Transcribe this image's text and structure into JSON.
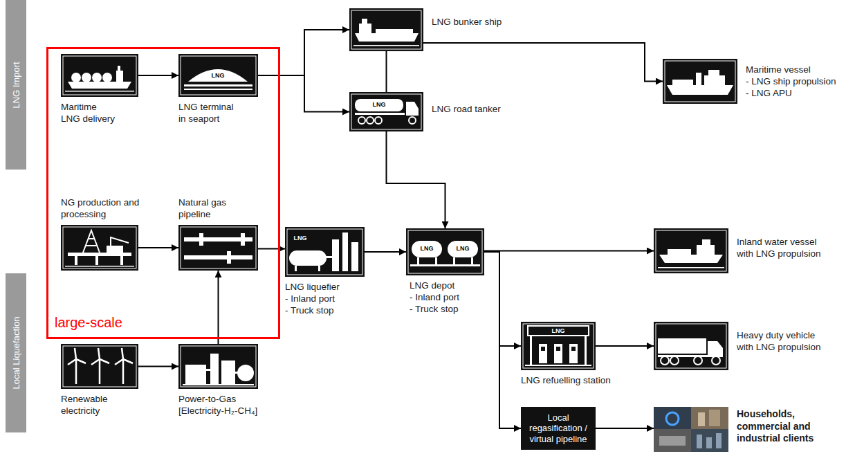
{
  "diagram": {
    "nodes": [
      {
        "text": [
          "LNG Import"
        ]
      },
      {
        "text": [
          "large-scale"
        ]
      },
      {
        "text": [
          "Maritime LNG delivery"
        ],
        "in": 1
      },
      {
        "text": [
          "LNG terminal in seaport"
        ],
        "in": 1
      },
      {
        "text": [
          "LNG bunker ship"
        ]
      },
      {
        "text": [
          "LNG road tanker"
        ]
      },
      {
        "text": [
          "Maritime vessel",
          "- LNG ship propulsion",
          "- LNG APU"
        ]
      },
      {
        "text": [
          "Local Liquefaction"
        ]
      },
      {
        "text": [
          "NG production and processing"
        ],
        "in": 1
      },
      {
        "text": [
          "Natural gas pipeline"
        ],
        "in": 1
      },
      {
        "text": [
          "LNG liquefier",
          "- Inland port",
          "- Truck stop"
        ]
      },
      {
        "text": [
          "LNG depot",
          "- Inland port",
          "- Truck stop"
        ]
      },
      {
        "text": [
          "Inland water vessel with LNG propulsion"
        ]
      },
      {
        "text": [
          "LNG refuelling station"
        ]
      },
      {
        "text": [
          "Heavy duty vehicle with LNG propulsion"
        ]
      },
      {
        "text": [
          "Local regasification / virtual pipeline"
        ]
      },
      {
        "text": [
          "Households, commercial and industrial clients"
        ]
      },
      {
        "text": [
          "Renewable electricity"
        ]
      },
      {
        "text": [
          "Power-to-Gas",
          "[Electricity-H₂-CH₄]"
        ]
      }
    ],
    "edges": [
      {
        "from": 2,
        "to": 3,
        "arrow": "to"
      },
      {
        "from": 3,
        "to": 4,
        "arrow": "to"
      },
      {
        "from": 3,
        "to": 5,
        "arrow": "to"
      },
      {
        "from": 4,
        "to": 6,
        "arrow": "to"
      },
      {
        "from": 4,
        "to": 5,
        "arrow": "none"
      },
      {
        "from": 5,
        "to": 11,
        "arrow": "to"
      },
      {
        "from": 8,
        "to": 9,
        "arrow": "to"
      },
      {
        "from": 9,
        "to": 10,
        "arrow": "to"
      },
      {
        "from": 10,
        "to": 11,
        "arrow": "to"
      },
      {
        "from": 11,
        "to": 12,
        "arrow": "to"
      },
      {
        "from": 11,
        "to": 13,
        "arrow": "to"
      },
      {
        "from": 11,
        "to": 15,
        "arrow": "to"
      },
      {
        "from": 13,
        "to": 14,
        "arrow": "to"
      },
      {
        "from": 15,
        "to": 16,
        "arrow": "to"
      },
      {
        "from": 17,
        "to": 18,
        "arrow": "to"
      },
      {
        "from": 18,
        "to": 9,
        "arrow": "to"
      }
    ],
    "labels": [
      "LNG",
      "LNG",
      "LNG",
      "LNG",
      "LNG",
      "LNG"
    ]
  }
}
